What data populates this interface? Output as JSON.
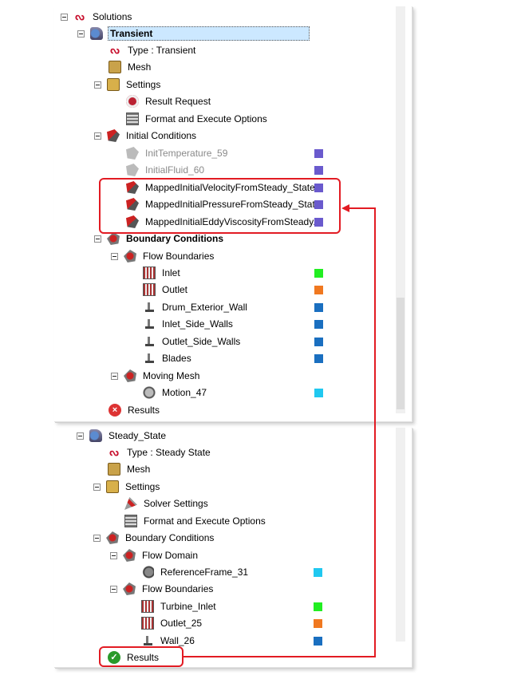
{
  "top_tree": {
    "solutions": "Solutions",
    "transient": "Transient",
    "type": "Type : Transient",
    "mesh": "Mesh",
    "settings": "Settings",
    "result_request": "Result Request",
    "format_execute": "Format and Execute Options",
    "initial_conditions": "Initial Conditions",
    "init_temp": "InitTemperature_59",
    "init_fluid": "InitialFluid_60",
    "mapped_velocity": "MappedInitialVelocityFromSteady_State",
    "mapped_pressure": "MappedInitialPressureFromSteady_State",
    "mapped_eddy": "MappedInitialEddyViscosityFromSteady...",
    "boundary_conditions": "Boundary Conditions",
    "flow_boundaries": "Flow Boundaries",
    "inlet": "Inlet",
    "outlet": "Outlet",
    "drum_wall": "Drum_Exterior_Wall",
    "inlet_side": "Inlet_Side_Walls",
    "outlet_side": "Outlet_Side_Walls",
    "blades": "Blades",
    "moving_mesh": "Moving Mesh",
    "motion": "Motion_47",
    "results": "Results"
  },
  "bottom_tree": {
    "steady_state": "Steady_State",
    "type": "Type : Steady State",
    "mesh": "Mesh",
    "settings": "Settings",
    "solver_settings": "Solver Settings",
    "format_execute": "Format and Execute Options",
    "boundary_conditions": "Boundary Conditions",
    "flow_domain": "Flow Domain",
    "reference_frame": "ReferenceFrame_31",
    "flow_boundaries": "Flow Boundaries",
    "turbine_inlet": "Turbine_Inlet",
    "outlet": "Outlet_25",
    "wall": "Wall_26",
    "results": "Results"
  },
  "colors": {
    "purple": "#6a5acd",
    "green": "#22ee22",
    "orange": "#f07820",
    "blue": "#1a6fc0",
    "cyan": "#20c8f0",
    "callout_red": "#e21b23",
    "selection": "#cce8ff"
  },
  "icons": {
    "solutions": "solutions-icon",
    "transient": "transient-analysis-icon",
    "type": "type-icon",
    "mesh": "mesh-icon",
    "settings": "settings-icon",
    "result_request": "result-request-icon",
    "format_execute": "format-execute-icon",
    "initial_conditions": "initial-conditions-icon",
    "boundary_conditions": "boundary-conditions-icon",
    "inlet": "inlet-icon",
    "outlet": "outlet-icon",
    "wall": "wall-icon",
    "motion": "motion-icon",
    "results_error": "results-error-icon",
    "results_ok": "results-ok-icon",
    "solver_settings": "solver-settings-icon",
    "reference_frame": "reference-frame-icon"
  }
}
